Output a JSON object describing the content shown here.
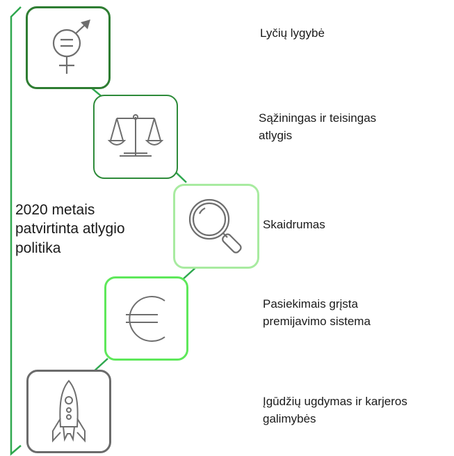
{
  "main_label": "2020 metais\npatvirtinta atlygio\npolitika",
  "items": [
    {
      "label": "Lyčių lygybė",
      "icon": "gender-equality-icon",
      "border_color": "#2e7d32"
    },
    {
      "label": "Sąžiningas ir teisingas\natlygis",
      "icon": "scales-icon",
      "border_color": "#2e8b3a"
    },
    {
      "label": "Skaidrumas",
      "icon": "magnifying-glass-icon",
      "border_color": "#a8eba0"
    },
    {
      "label": "Pasiekimais grįsta\npremijavimo sistema",
      "icon": "euro-icon",
      "border_color": "#5ee85a"
    },
    {
      "label": "Įgūdžių ugdymas ir karjeros\ngalimybės",
      "icon": "rocket-icon",
      "border_color": "#6b6b6b"
    }
  ],
  "colors": {
    "line": "#2fa84f",
    "icon_stroke": "#6e6e6e"
  }
}
